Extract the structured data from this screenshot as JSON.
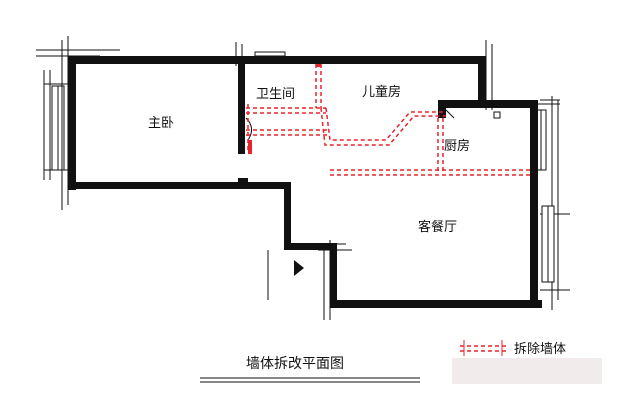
{
  "rooms": {
    "master_bedroom": "主卧",
    "bathroom": "卫生间",
    "kids_room": "儿童房",
    "kitchen": "厨房",
    "living_dining": "客餐厅"
  },
  "caption": "墙体拆改平面图",
  "legend": {
    "label": "拆除墙体"
  },
  "colors": {
    "wall": "#111111",
    "demolished": "#e8232b",
    "background": "#ffffff",
    "legend_fade": "#c9a3a3"
  }
}
